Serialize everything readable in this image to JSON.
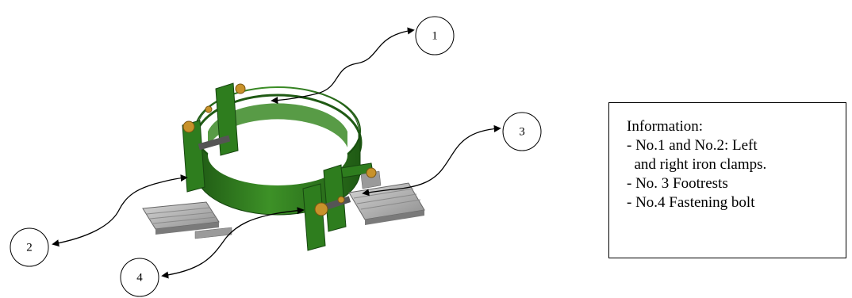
{
  "callouts": [
    {
      "number": "1"
    },
    {
      "number": "2"
    },
    {
      "number": "3"
    },
    {
      "number": "4"
    }
  ],
  "info": {
    "title": "Information:",
    "lines": [
      "- No.1 and No.2: Left",
      "  and right iron clamps.",
      "- No. 3 Footrests",
      "- No.4 Fastening bolt"
    ]
  },
  "colors": {
    "clamp_green": "#2e7d1e",
    "clamp_dark": "#1f5a14",
    "footrest_gray": "#a9a9a9",
    "bolt_brass": "#c8922a"
  }
}
